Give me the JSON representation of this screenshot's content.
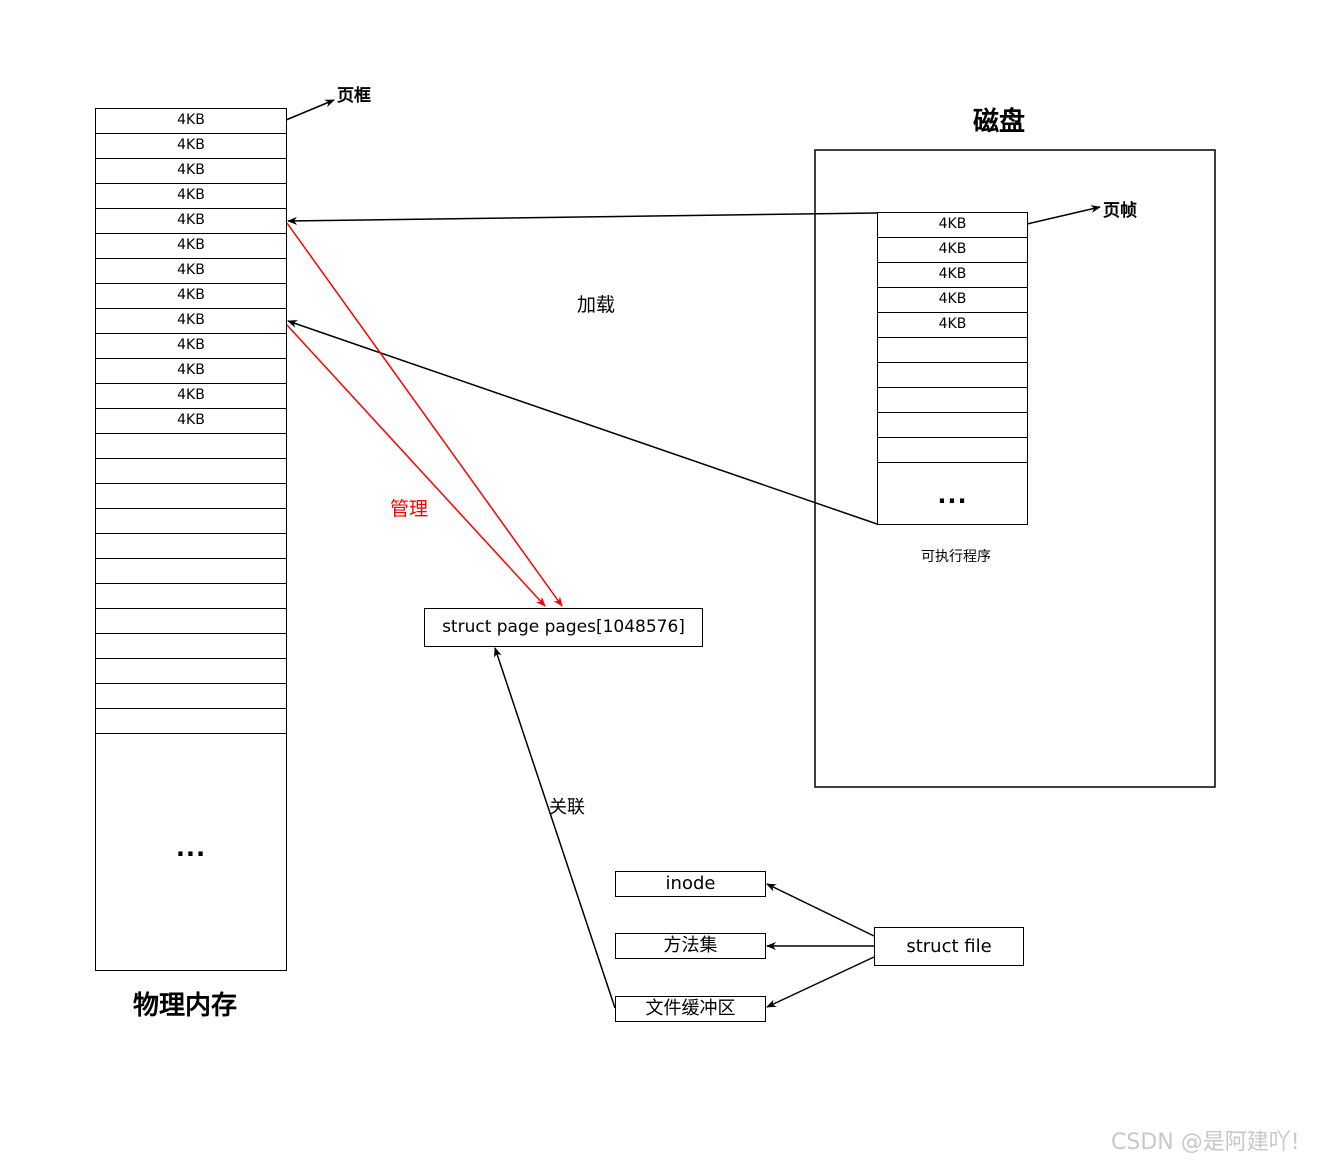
{
  "memory": {
    "title": "物理内存",
    "frame_label": "页框",
    "cells": [
      "4KB",
      "4KB",
      "4KB",
      "4KB",
      "4KB",
      "4KB",
      "4KB",
      "4KB",
      "4KB",
      "4KB",
      "4KB",
      "4KB",
      "4KB",
      "",
      "",
      "",
      "",
      "",
      "",
      "",
      "",
      "",
      "",
      "",
      ""
    ],
    "ellipsis": "..."
  },
  "disk": {
    "title": "磁盘",
    "frame_label": "页帧",
    "cells": [
      "4KB",
      "4KB",
      "4KB",
      "4KB",
      "4KB",
      "",
      "",
      "",
      "",
      ""
    ],
    "ellipsis": "...",
    "caption": "可执行程序"
  },
  "edges": {
    "load": "加载",
    "manage": "管理",
    "relate": "关联"
  },
  "pages_struct": "struct page pages[1048576]",
  "file": {
    "struct_label": "struct file",
    "members": [
      "inode",
      "方法集",
      "文件缓冲区"
    ]
  },
  "watermark": "CSDN @是阿建吖!",
  "colors": {
    "manage_arrow": "#ff0000",
    "line": "#000000",
    "watermark": "#c8c8c8"
  }
}
